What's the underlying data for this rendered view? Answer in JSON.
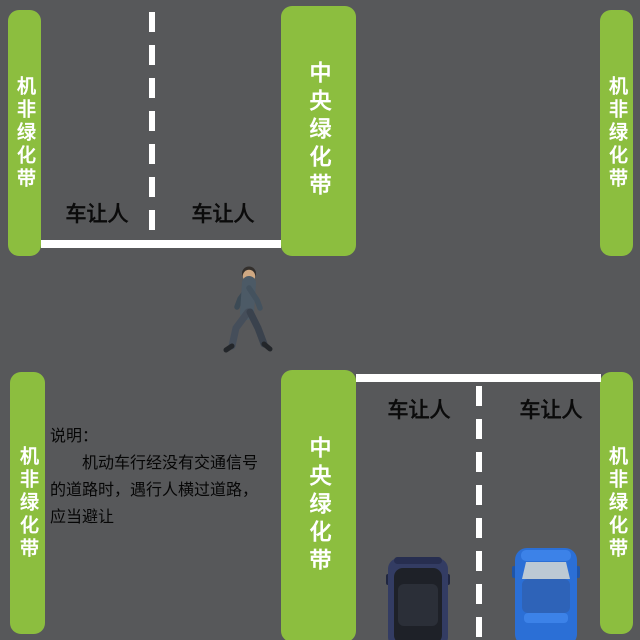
{
  "colors": {
    "background": "#57585a",
    "greenbelt": "#8cbe3f",
    "road_line": "#ffffff",
    "label_text": "#0b0b0b",
    "belt_text": "#ffffff",
    "dark_car": "#333c63",
    "blue_car": "#2b6fd6"
  },
  "greenbelts": {
    "top_left": "机非绿化带",
    "top_center": "中央绿化带",
    "top_right": "机非绿化带",
    "bottom_left": "机非绿化带",
    "bottom_center": "中央绿化带",
    "bottom_right": "机非绿化带"
  },
  "yield_labels": {
    "top_lane_left": "车让人",
    "top_lane_right": "车让人",
    "bottom_lane_left": "车让人",
    "bottom_lane_right": "车让人"
  },
  "explanation": {
    "lines": [
      "说明：",
      "　　机动车行经没有交通信号",
      "的道路时，遇行人横过道路，",
      "应当避让"
    ]
  },
  "icons": {
    "pedestrian": "pedestrian-walking-icon",
    "dark_car": "dark-suv-top-view-icon",
    "blue_car": "blue-car-top-view-icon"
  }
}
